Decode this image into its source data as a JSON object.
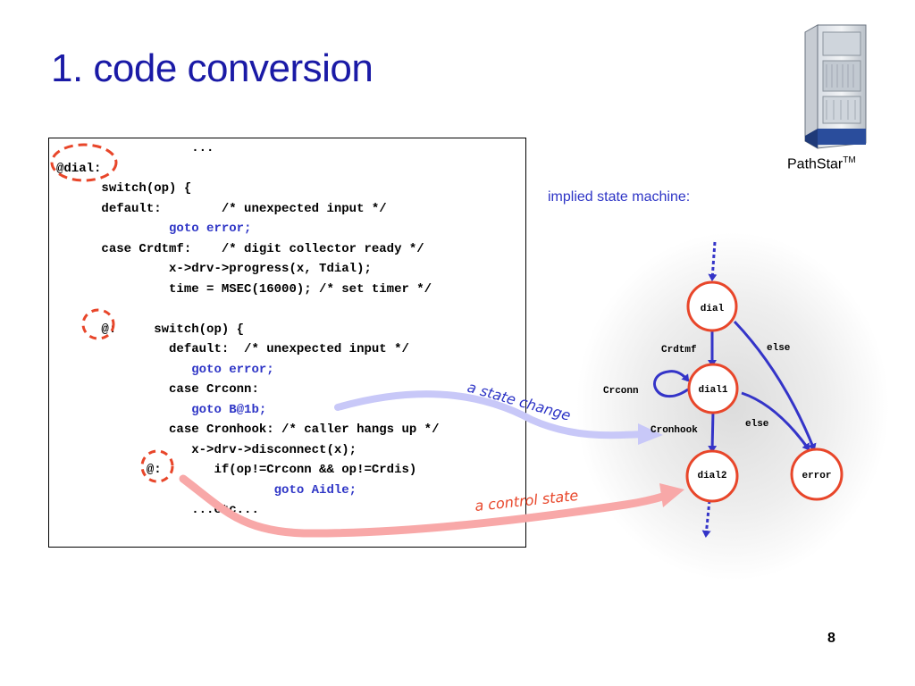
{
  "slide": {
    "title": "1. code conversion",
    "page_number": "8"
  },
  "code": {
    "lines": [
      {
        "indent": "                  ",
        "text": "...",
        "style": "normal"
      },
      {
        "indent": "",
        "text": "@dial:",
        "style": "normal"
      },
      {
        "indent": "      ",
        "text": "switch(op) {",
        "style": "normal"
      },
      {
        "indent": "      ",
        "text": "default:        /* unexpected input */",
        "style": "normal"
      },
      {
        "indent": "               ",
        "text": "goto error;",
        "style": "blue"
      },
      {
        "indent": "      ",
        "text": "case Crdtmf:    /* digit collector ready */",
        "style": "normal"
      },
      {
        "indent": "               ",
        "text": "x->drv->progress(x, Tdial);",
        "style": "normal"
      },
      {
        "indent": "               ",
        "text": "time = MSEC(16000); /* set timer */",
        "style": "normal"
      },
      {
        "indent": "",
        "text": "",
        "style": "normal"
      },
      {
        "indent": "      ",
        "text": "@:     switch(op) {",
        "style": "normal"
      },
      {
        "indent": "               ",
        "text": "default:  /* unexpected input */",
        "style": "normal"
      },
      {
        "indent": "                  ",
        "text": "goto error;",
        "style": "blue"
      },
      {
        "indent": "               ",
        "text": "case Crconn:",
        "style": "normal"
      },
      {
        "indent": "                  ",
        "text": "goto B@1b;",
        "style": "blue"
      },
      {
        "indent": "               ",
        "text": "case Cronhook: /* caller hangs up */",
        "style": "normal"
      },
      {
        "indent": "                  ",
        "text": "x->drv->disconnect(x);",
        "style": "normal"
      },
      {
        "indent": "            ",
        "text": "@:       if(op!=Crconn && op!=Crdis)",
        "style": "normal"
      },
      {
        "indent": "                             ",
        "text": "goto Aidle;",
        "style": "blue"
      },
      {
        "indent": "                  ",
        "text": "...etc...",
        "style": "normal"
      }
    ]
  },
  "equipment": {
    "label": "PathStar",
    "trademark": "TM"
  },
  "diagram": {
    "heading": "implied state machine:",
    "states": {
      "dial": "dial",
      "dial1": "dial1",
      "dial2": "dial2",
      "error": "error"
    },
    "edges": {
      "crdtmf": "Crdtmf",
      "else1": "else",
      "crconn": "Crconn",
      "cronhook": "Cronhook",
      "else2": "else"
    }
  },
  "annotations": {
    "state_change": "a state change",
    "control_state": "a control state"
  },
  "colors": {
    "title": "#1a1aa6",
    "code_blue": "#2e35c6",
    "state_circle": "#e8462a",
    "edge": "#3434c8",
    "annotation_red": "#e8462a",
    "annotation_blue": "#2e35c6",
    "arrow_blue_light": "#c8c8f8",
    "arrow_pink": "#f8a8a8"
  }
}
